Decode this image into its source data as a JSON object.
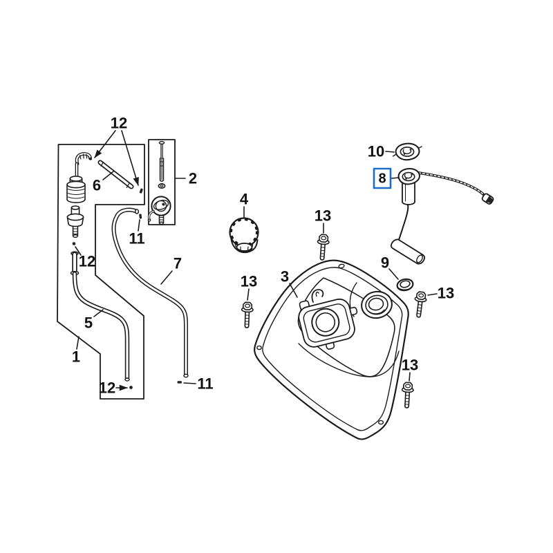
{
  "diagram": {
    "kind": "exploded-parts-diagram",
    "background_color": "#ffffff",
    "line_color": "#1a1a1a",
    "highlight": {
      "part": "8",
      "box_color": "#1b6cc7"
    },
    "callouts": [
      {
        "id": "callout-12-top",
        "label": "12"
      },
      {
        "id": "callout-6",
        "label": "6"
      },
      {
        "id": "callout-2",
        "label": "2"
      },
      {
        "id": "callout-11-upper",
        "label": "11"
      },
      {
        "id": "callout-12-middle",
        "label": "12"
      },
      {
        "id": "callout-5",
        "label": "5"
      },
      {
        "id": "callout-1",
        "label": "1"
      },
      {
        "id": "callout-12-bottom",
        "label": "12"
      },
      {
        "id": "callout-11-lower",
        "label": "11"
      },
      {
        "id": "callout-7",
        "label": "7"
      },
      {
        "id": "callout-4",
        "label": "4"
      },
      {
        "id": "callout-3",
        "label": "3"
      },
      {
        "id": "callout-13-top",
        "label": "13"
      },
      {
        "id": "callout-13-left",
        "label": "13"
      },
      {
        "id": "callout-13-right",
        "label": "13"
      },
      {
        "id": "callout-13-bottom",
        "label": "13"
      },
      {
        "id": "callout-9",
        "label": "9"
      },
      {
        "id": "callout-10",
        "label": "10"
      },
      {
        "id": "callout-8",
        "label": "8",
        "highlighted": true
      }
    ]
  }
}
